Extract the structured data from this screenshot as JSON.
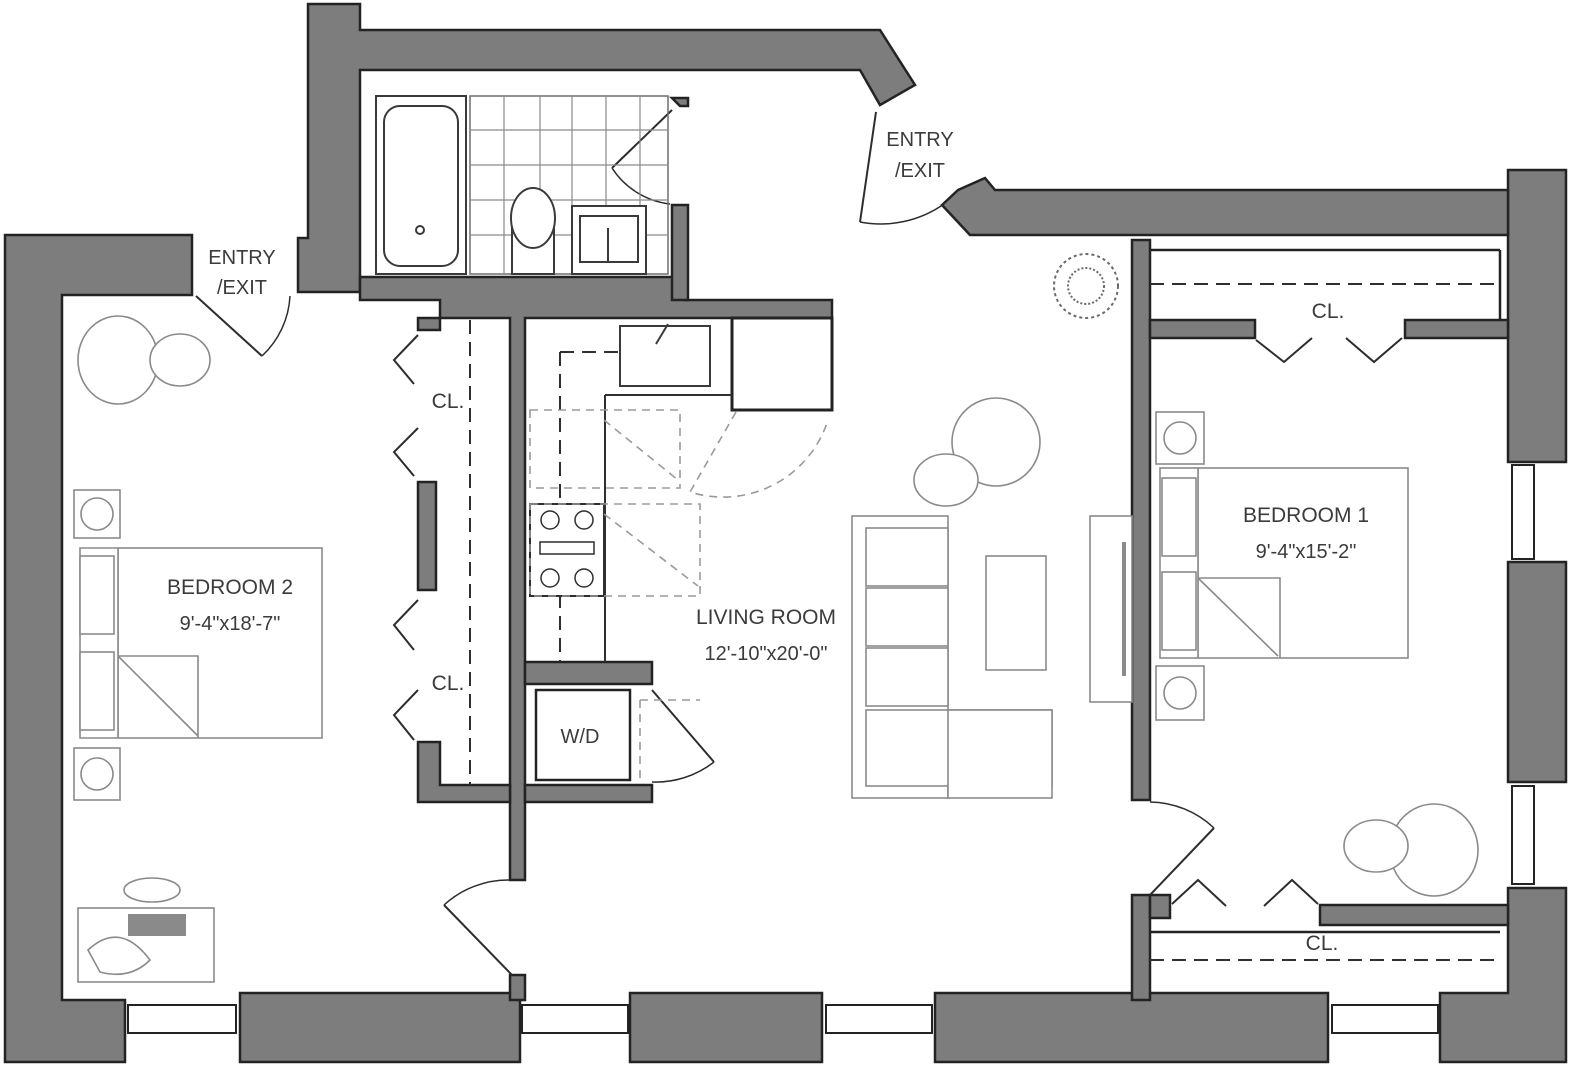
{
  "rooms": {
    "bedroom2": {
      "name": "BEDROOM 2",
      "dims": "9'-4\"x18'-7\""
    },
    "living": {
      "name": "LIVING ROOM",
      "dims": "12'-10\"x20'-0\""
    },
    "bedroom1": {
      "name": "BEDROOM 1",
      "dims": "9'-4\"x15'-2\""
    }
  },
  "closets": {
    "cl_upper_left": "CL.",
    "cl_lower_left": "CL.",
    "cl_bedroom1_top": "CL.",
    "cl_bedroom1_bottom": "CL."
  },
  "laundry": {
    "label": "W/D"
  },
  "entries": {
    "left": {
      "line1": "ENTRY",
      "line2": "/EXIT"
    },
    "top": {
      "line1": "ENTRY",
      "line2": "/EXIT"
    }
  },
  "colors": {
    "wall_fill": "#7d7d7d",
    "wall_stroke": "#232323",
    "furniture": "#8a8a8a",
    "background": "#ffffff"
  }
}
